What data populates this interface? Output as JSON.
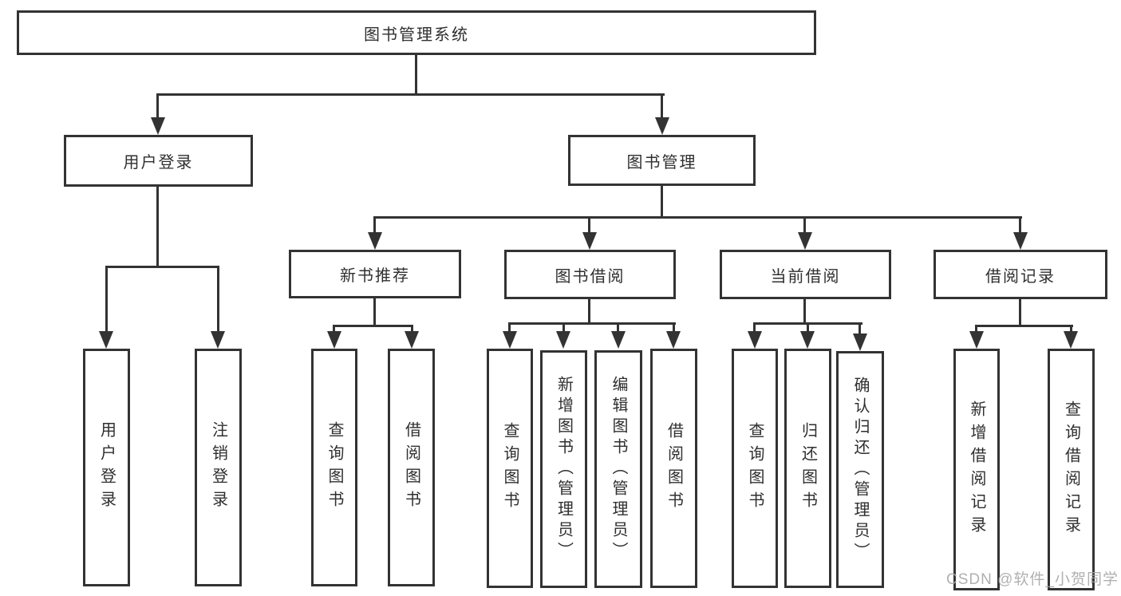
{
  "diagram": {
    "type": "hierarchy-tree",
    "title": "图书管理系统"
  },
  "nodes": {
    "root": {
      "label": "图书管理系统"
    },
    "login": {
      "label": "用户登录"
    },
    "management": {
      "label": "图书管理"
    },
    "login_user": {
      "label": "用户登录"
    },
    "login_out": {
      "label": "注销登录"
    },
    "recommend": {
      "label": "新书推荐"
    },
    "borrowing": {
      "label": "图书借阅"
    },
    "current": {
      "label": "当前借阅"
    },
    "records": {
      "label": "借阅记录"
    },
    "rec_query": {
      "label": "查询图书"
    },
    "rec_borrow": {
      "label": "借阅图书"
    },
    "bor_query": {
      "label": "查询图书"
    },
    "bor_add": {
      "label": "新增图书（管理员）"
    },
    "bor_edit": {
      "label": "编辑图书（管理员）"
    },
    "bor_borrow": {
      "label": "借阅图书"
    },
    "cur_query": {
      "label": "查询图书"
    },
    "cur_return": {
      "label": "归还图书"
    },
    "cur_confirm": {
      "label": "确认归还（管理员）"
    },
    "rel_add": {
      "label": "新增借阅记录"
    },
    "rel_query": {
      "label": "查询借阅记录"
    }
  },
  "watermark": "CSDN @软件_小贺同学",
  "colors": {
    "line": "#333333",
    "text": "#2f2f2f",
    "watermark": "#a8a8a8",
    "background": "#ffffff"
  }
}
